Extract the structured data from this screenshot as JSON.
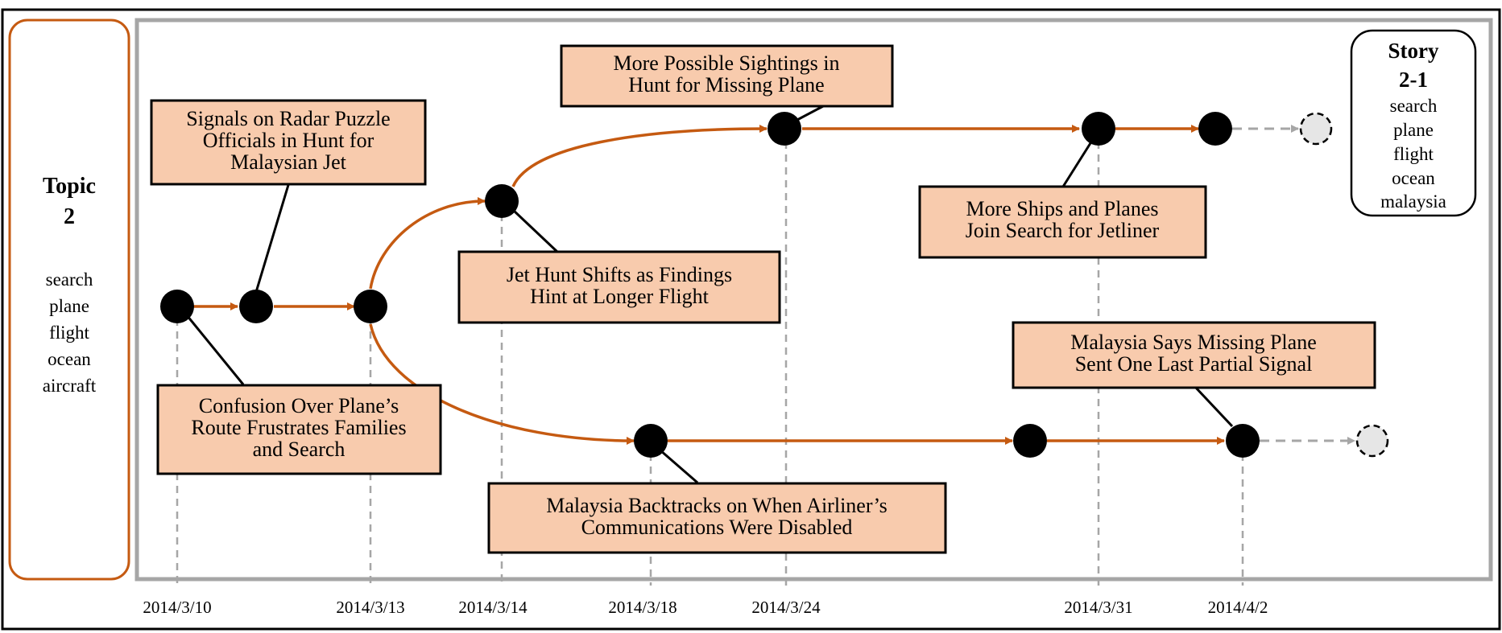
{
  "colors": {
    "accent": "#c55a11",
    "box_fill": "#f8cbad",
    "node": "#000000",
    "frame": "#a6a6a6",
    "guide": "#a6a6a6",
    "future_node": "#e6e6e6"
  },
  "topic": {
    "title": "Topic",
    "number": "2",
    "keywords": [
      "search",
      "plane",
      "flight",
      "ocean",
      "aircraft"
    ]
  },
  "story": {
    "title": "Story",
    "number": "2-1",
    "keywords": [
      "search",
      "plane",
      "flight",
      "ocean",
      "malaysia"
    ]
  },
  "dates": [
    "2014/3/10",
    "2014/3/13",
    "2014/3/14",
    "2014/3/18",
    "2014/3/24",
    "2014/3/31",
    "2014/4/2"
  ],
  "events": [
    {
      "id": "e1",
      "date": "2014/3/10",
      "lines": [
        "Confusion Over Plane’s",
        "Route Frustrates Families",
        "and Search"
      ]
    },
    {
      "id": "e2",
      "date": "",
      "lines": [
        "Signals on Radar Puzzle",
        "Officials in Hunt for",
        "Malaysian Jet"
      ]
    },
    {
      "id": "e3",
      "date": "2014/3/13",
      "lines": []
    },
    {
      "id": "e4",
      "date": "2014/3/14",
      "lines": [
        "Jet Hunt Shifts as Findings",
        "Hint at Longer Flight"
      ]
    },
    {
      "id": "e5",
      "date": "2014/3/24",
      "lines": [
        "More Possible Sightings in",
        "Hunt for Missing Plane"
      ]
    },
    {
      "id": "e6",
      "date": "2014/3/31",
      "lines": [
        "More Ships and Planes",
        "Join Search for Jetliner"
      ]
    },
    {
      "id": "e7",
      "date": "",
      "lines": []
    },
    {
      "id": "e8",
      "date": "2014/3/18",
      "lines": [
        "Malaysia Backtracks on When Airliner’s",
        "Communications Were Disabled"
      ]
    },
    {
      "id": "e9",
      "date": "",
      "lines": []
    },
    {
      "id": "e10",
      "date": "2014/4/2",
      "lines": [
        "Malaysia Says Missing Plane",
        "Sent One Last Partial Signal"
      ]
    }
  ]
}
